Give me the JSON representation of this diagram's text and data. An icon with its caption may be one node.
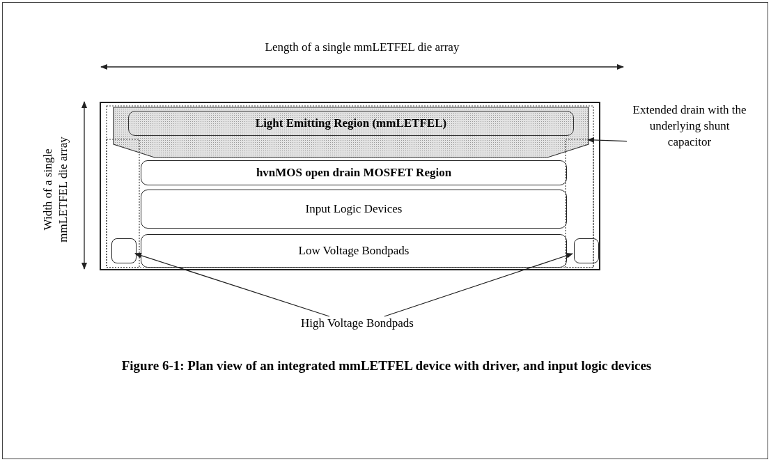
{
  "diagram": {
    "caption": "Figure 6-1: Plan view of an integrated mmLETFEL device with driver, and input logic devices",
    "nodes": [
      {
        "text": [],
        "shape": "box"
      },
      {
        "text": [],
        "shape": "box",
        "in": 0
      },
      {
        "text": [
          "Light Emitting Region (mmLETFEL)"
        ],
        "in": 1
      },
      {
        "text": [
          "hvnMOS open drain MOSFET Region"
        ],
        "in": 0
      },
      {
        "text": [
          "Input Logic Devices"
        ],
        "in": 0
      },
      {
        "text": [
          "Low Voltage Bondpads"
        ],
        "in": 0
      },
      {
        "text": [],
        "shape": "box",
        "in": 0
      },
      {
        "text": [],
        "shape": "box",
        "in": 0
      },
      {
        "text": [
          "Extended drain with the underlying shunt capacitor"
        ]
      },
      {
        "text": [
          "High Voltage Bondpads"
        ]
      }
    ],
    "edges": [
      {
        "from": 8,
        "to": 1,
        "arrow": "to"
      },
      {
        "from": 9,
        "to": 6,
        "arrow": "to"
      },
      {
        "from": 9,
        "to": 7,
        "arrow": "to"
      }
    ],
    "labels": [
      "Length of a single mmLETFEL die array",
      "Width of a single mmLETFEL die array"
    ]
  }
}
